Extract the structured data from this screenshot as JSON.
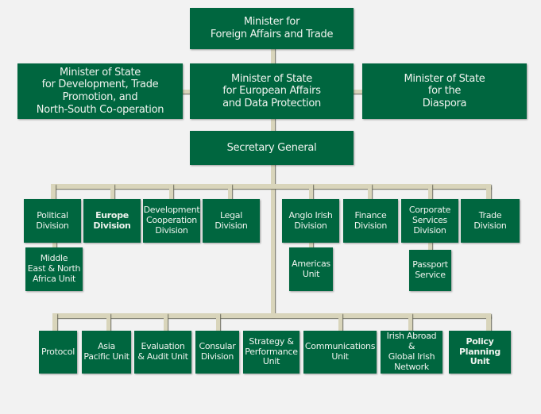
{
  "colors": {
    "box": "#00663f",
    "connector": "#d9d5bb",
    "background": "#f2f2f2"
  },
  "minister": "Minister for\nForeign Affairs and Trade",
  "ministers_of_state": [
    "Minister of State\nfor Development, Trade\nPromotion, and\nNorth-South Co-operation",
    "Minister of State\nfor European Affairs\nand Data Protection",
    "Minister of State\nfor the\nDiaspora"
  ],
  "secretary_general": "Secretary General",
  "divisions": [
    "Political\nDivision",
    "Europe\nDivision",
    "Development\nCooperation\nDivision",
    "Legal\nDivision",
    "Anglo Irish\nDivision",
    "Finance\nDivision",
    "Corporate\nServices\nDivision",
    "Trade\nDivision"
  ],
  "sub_units": [
    "Middle\nEast & North\nAfrica Unit",
    "Americas\nUnit",
    "Passport\nService"
  ],
  "bottom_units": [
    "Protocol",
    "Asia\nPacific Unit",
    "Evaluation\n& Audit Unit",
    "Consular\nDivision",
    "Strategy &\nPerformance\nUnit",
    "Communications\nUnit",
    "Irish Abroad &\nGlobal Irish\nNetwork",
    "Policy\nPlanning Unit"
  ]
}
